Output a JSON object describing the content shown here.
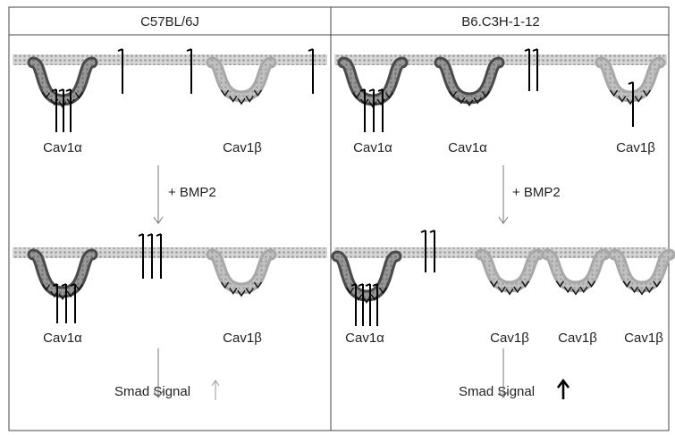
{
  "panels": [
    {
      "header": "C57BL/6J",
      "top_labels": [
        "Cav1α",
        "Cav1β"
      ],
      "treatment": "+ BMP2",
      "bottom_labels": [
        "Cav1α",
        "Cav1β"
      ],
      "signal": "Smad Signal",
      "signal_arrow": "weak"
    },
    {
      "header": "B6.C3H-1-12",
      "top_labels": [
        "Cav1α",
        "Cav1α",
        "Cav1β"
      ],
      "treatment": "+ BMP2",
      "bottom_labels": [
        "Cav1α",
        "Cav1β",
        "Cav1β",
        "Cav1β"
      ],
      "signal": "Smad Signal",
      "signal_arrow": "strong"
    }
  ],
  "colors": {
    "membrane": "#cfcfcf",
    "membrane_dot": "#9a9a9a",
    "cav_alpha": "#4a4a4a",
    "cav_beta": "#a8a8a8",
    "receptor": "#000000",
    "frame": "#444444"
  }
}
